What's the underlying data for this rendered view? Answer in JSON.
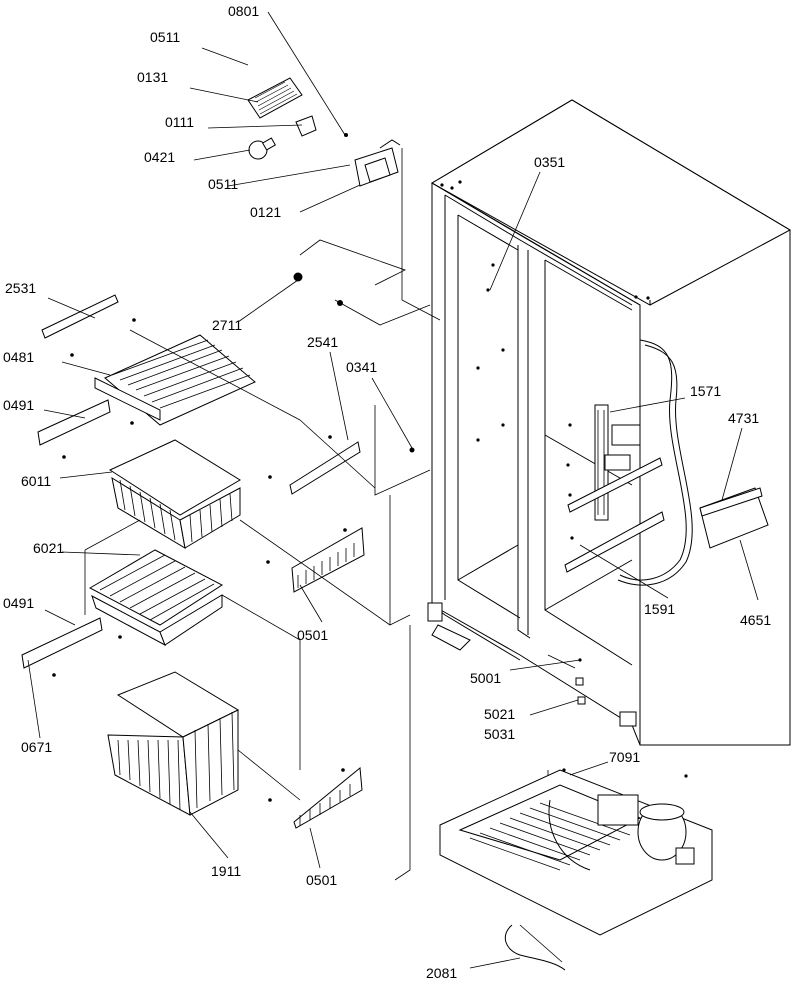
{
  "parts": {
    "p0801": "0801",
    "p0511a": "0511",
    "p0131": "0131",
    "p0111": "0111",
    "p0421": "0421",
    "p0511b": "0511",
    "p0121": "0121",
    "p0351": "0351",
    "p2531": "2531",
    "p2711": "2711",
    "p0481": "0481",
    "p2541": "2541",
    "p0341": "0341",
    "p0491a": "0491",
    "p1571": "1571",
    "p4731": "4731",
    "p6011": "6011",
    "p6021": "6021",
    "p0501a": "0501",
    "p1591": "1591",
    "p4651": "4651",
    "p0491b": "0491",
    "p5001": "5001",
    "p0671": "0671",
    "p5021": "5021",
    "p5031": "5031",
    "p7091": "7091",
    "p1911": "1911",
    "p0501b": "0501",
    "p2081": "2081"
  }
}
